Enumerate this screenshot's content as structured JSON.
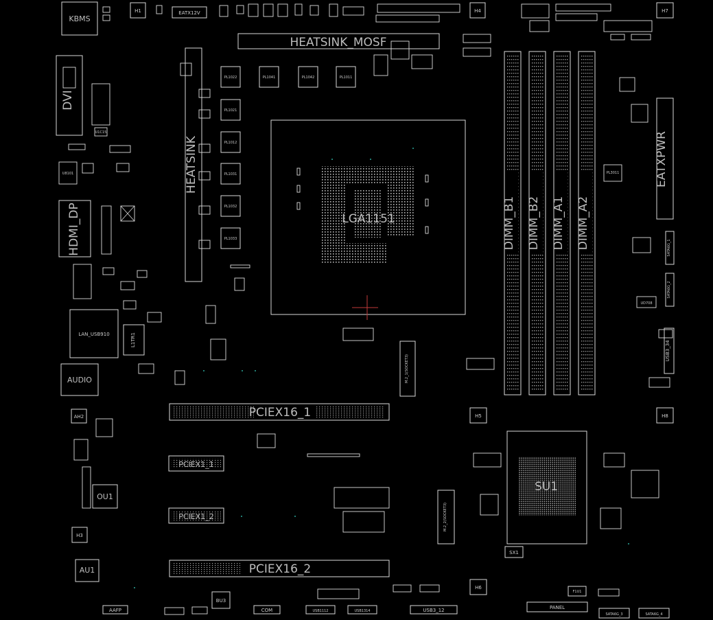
{
  "labels": {
    "kbms": "KBMS",
    "h1": "H1",
    "eatx12v": "EATX12V",
    "h4": "H4",
    "h7": "H7",
    "heatsink_mosf": "HEATSINK_MOSF",
    "dvi": "DVI",
    "lga1151": "LGA1151",
    "eatxpwr": "EATXPWR",
    "hdmi_dp": "HDMI_DP",
    "dimm_b1": "DIMM_B1",
    "dimm_b2": "DIMM_B2",
    "dimm_a1": "DIMM_A1",
    "dimm_a2": "DIMM_A2",
    "lan_usb910": "LAN_USB910",
    "l1tr1": "L1TR1",
    "audio": "AUDIO",
    "ah2": "AH2",
    "pciex16_1": "PCIEX16_1",
    "h5": "H5",
    "h8": "H8",
    "pciex1_1": "PCIEX1_1",
    "pciex1_2": "PCIEX1_2",
    "ou1": "OU1",
    "h3": "H3",
    "su1": "SU1",
    "m2_1": "M.2_1(SOCKET3)",
    "m2_2": "M.2_2(SOCKET3)",
    "sx1": "SX1",
    "au1": "AU1",
    "pciex16_2": "PCIEX16_2",
    "h6": "H6",
    "bu3": "BU3",
    "aafp": "AAFP",
    "com": "COM",
    "usb1112": "USB1112",
    "usb1314": "USB1314",
    "usb3_12": "USB3_12",
    "panel": "PANEL",
    "f1u1": "F1U1",
    "sata6g_3": "SATA6G_3",
    "sata6g_4": "SATA6G_4",
    "sata6g_1": "SATA6G_1",
    "sata6g_2": "SATA6G_2",
    "usb3_34": "USB3_34",
    "pl1022": "PL1022",
    "pl1041": "PL1041",
    "pl1042": "PL1042",
    "pl1011": "PL1011",
    "pl1021": "PL1021",
    "pl1012": "PL1012",
    "pl1031": "PL1031",
    "pl1032": "PL1032",
    "pl1033": "PL1033",
    "pl3011": "PL3011",
    "ud708": "UD708",
    "u1c15": "U1C15",
    "u8101": "U8101"
  },
  "colors": {
    "background": "#000000",
    "outline": "#d9d9d9",
    "label": "#bfbfbf",
    "marker": "#c23a3a",
    "dot": "#2aa69a"
  }
}
